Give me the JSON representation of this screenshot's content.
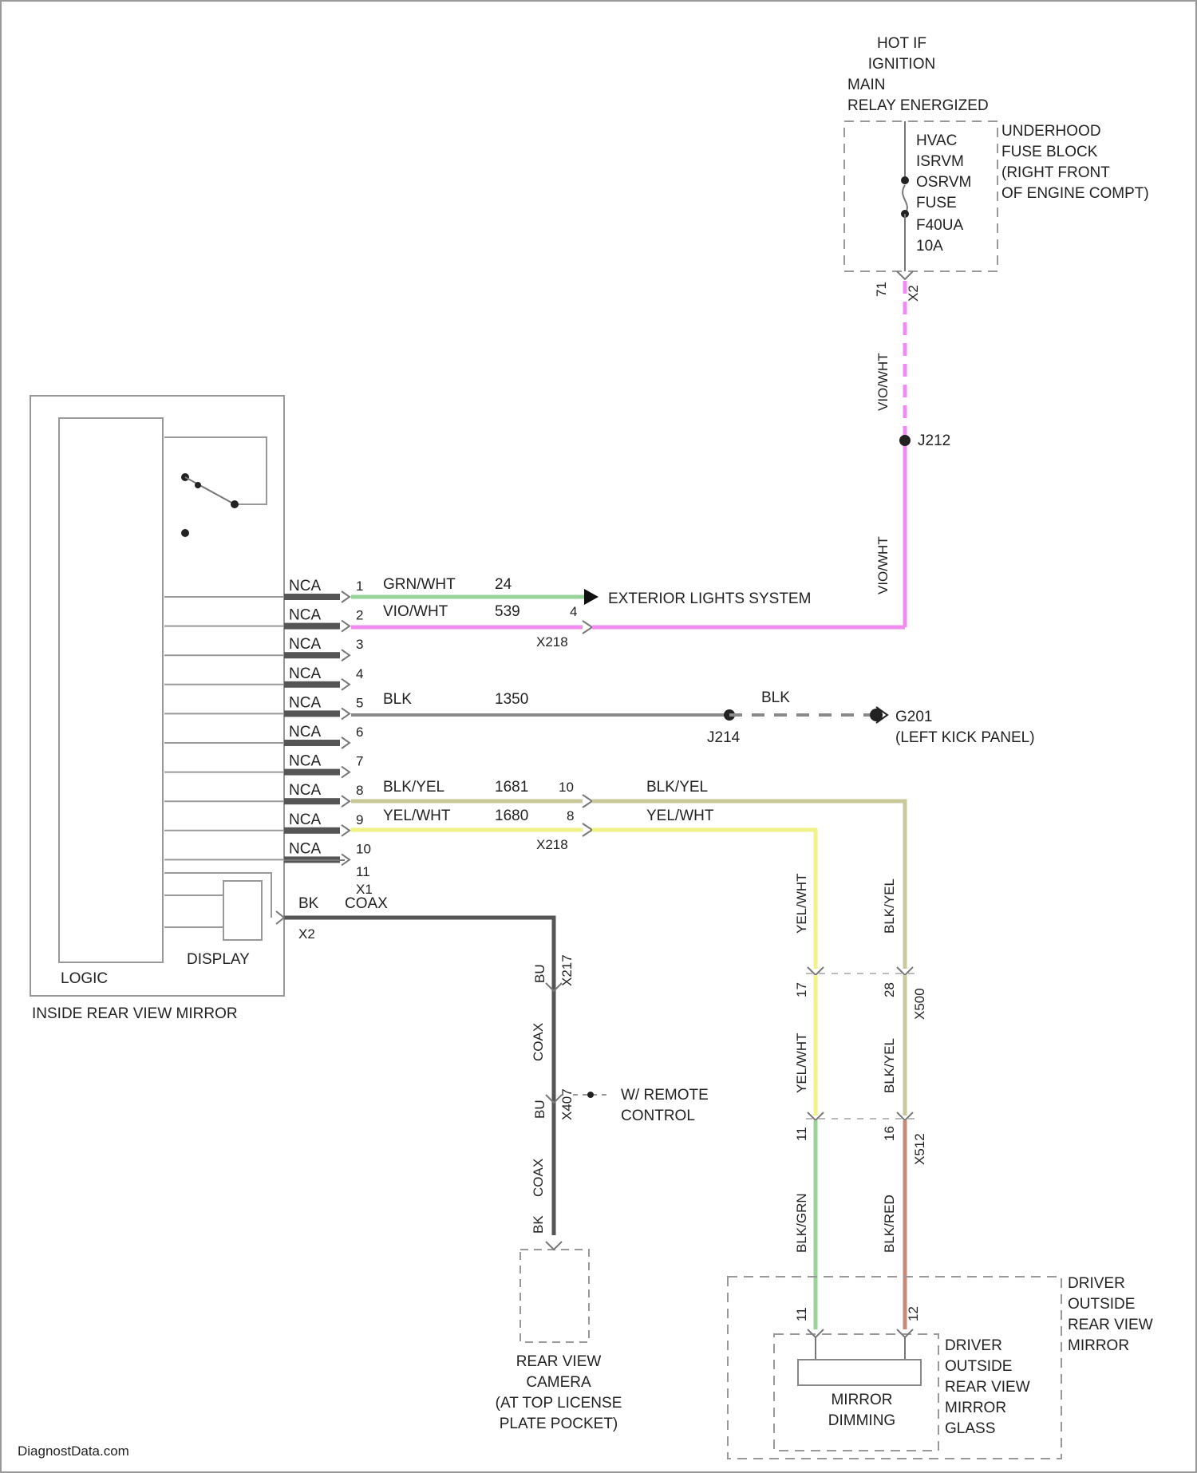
{
  "power_source": {
    "lines": [
      "HOT IF",
      "IGNITION",
      "MAIN",
      "RELAY ENERGIZED"
    ]
  },
  "fuse_block": {
    "lines": [
      "UNDERHOOD",
      "FUSE BLOCK",
      "(RIGHT FRONT",
      "OF ENGINE COMPT)"
    ]
  },
  "fuse": {
    "lines": [
      "HVAC",
      "ISRVM",
      "OSRVM",
      "FUSE",
      "F40UA",
      "10A"
    ]
  },
  "fuse_connector": {
    "pin": "71",
    "connector": "X2"
  },
  "splice_j212": "J212",
  "splice_j214": "J214",
  "wire_top_color": "VIO/WHT",
  "mirror": {
    "title": "INSIDE REAR VIEW MIRROR",
    "logic_label": "LOGIC",
    "display_label": "DISPLAY",
    "pins": [
      {
        "code": "NCA",
        "num": "1"
      },
      {
        "code": "NCA",
        "num": "2"
      },
      {
        "code": "NCA",
        "num": "3"
      },
      {
        "code": "NCA",
        "num": "4"
      },
      {
        "code": "NCA",
        "num": "5"
      },
      {
        "code": "NCA",
        "num": "6"
      },
      {
        "code": "NCA",
        "num": "7"
      },
      {
        "code": "NCA",
        "num": "8"
      },
      {
        "code": "NCA",
        "num": "9"
      },
      {
        "code": "NCA",
        "num": "10"
      }
    ],
    "pin_11": "11",
    "connector_x1": "X1",
    "connector_x2": "X2"
  },
  "circuits": {
    "c1": {
      "color": "GRN/WHT",
      "circuit": "24",
      "dest": "EXTERIOR LIGHTS SYSTEM"
    },
    "c2": {
      "color": "VIO/WHT",
      "circuit": "539",
      "inline_pin": "4",
      "connector": "X218"
    },
    "c5": {
      "color": "BLK",
      "circuit": "1350",
      "splice_color": "BLK"
    },
    "c8": {
      "color": "BLK/YEL",
      "circuit": "1681",
      "inline_pin": "10",
      "after_color": "BLK/YEL"
    },
    "c9": {
      "color": "YEL/WHT",
      "circuit": "1680",
      "inline_pin": "8",
      "after_color": "YEL/WHT",
      "connector": "X218"
    }
  },
  "ground": {
    "name": "G201",
    "location": "(LEFT KICK PANEL)"
  },
  "coax": {
    "pin": "BK",
    "type": "COAX",
    "pin_x2": "X2",
    "conn1_pin": "BU",
    "conn1_name": "X217",
    "conn2_pin": "BU",
    "conn2_name": "X407",
    "segment1": "COAX",
    "segment2": "COAX",
    "end_pin": "BK",
    "remote_note": [
      "W/ REMOTE",
      "CONTROL"
    ]
  },
  "camera": {
    "lines": [
      "REAR VIEW",
      "CAMERA",
      "(AT TOP LICENSE",
      "PLATE POCKET)"
    ]
  },
  "mirror_wires": {
    "left_upper": "YEL/WHT",
    "right_upper": "BLK/YEL",
    "left_pin1": "17",
    "right_pin1": "28",
    "conn1": "X500",
    "left_mid": "YEL/WHT",
    "right_mid": "BLK/YEL",
    "left_pin2": "11",
    "right_pin2": "16",
    "conn2": "X512",
    "left_lower": "BLK/GRN",
    "right_lower": "BLK/RED",
    "left_pin3": "11",
    "right_pin3": "12"
  },
  "driver_mirror": {
    "lines": [
      "DRIVER",
      "OUTSIDE",
      "REAR VIEW",
      "MIRROR"
    ]
  },
  "driver_glass": {
    "lines": [
      "DRIVER",
      "OUTSIDE",
      "REAR VIEW",
      "MIRROR",
      "GLASS"
    ]
  },
  "dimming_label": {
    "lines": [
      "MIRROR",
      "DIMMING"
    ]
  },
  "watermark": "DiagnostData.com",
  "colors": {
    "pink": "#f08cf0",
    "green": "#9ad39a",
    "yellow": "#f2f28a",
    "olive": "#c8c89a",
    "gray": "#8a8a8a",
    "darkgray": "#555555",
    "red": "#c98a7a",
    "wire": "#888888"
  }
}
